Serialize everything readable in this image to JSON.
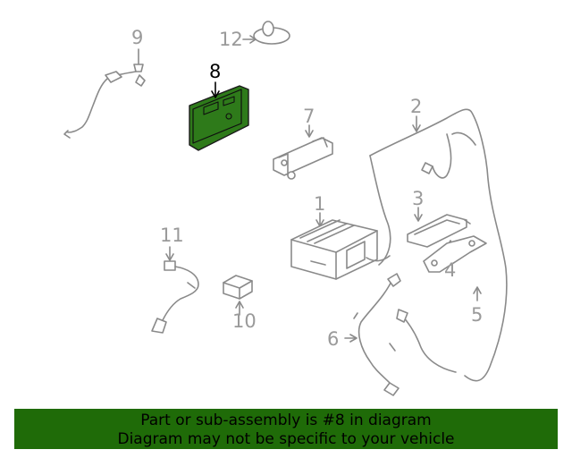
{
  "callouts": {
    "c1": "1",
    "c2": "2",
    "c3": "3",
    "c4": "4",
    "c5": "5",
    "c6": "6",
    "c7": "7",
    "c8": "8",
    "c9": "9",
    "c10": "10",
    "c11": "11",
    "c12": "12"
  },
  "highlight_color": "#2e7a1a",
  "banner": {
    "line1": "Part or sub-assembly is #8 in diagram",
    "line2": "Diagram may not be specific to your vehicle",
    "background": "#1f6b08"
  }
}
